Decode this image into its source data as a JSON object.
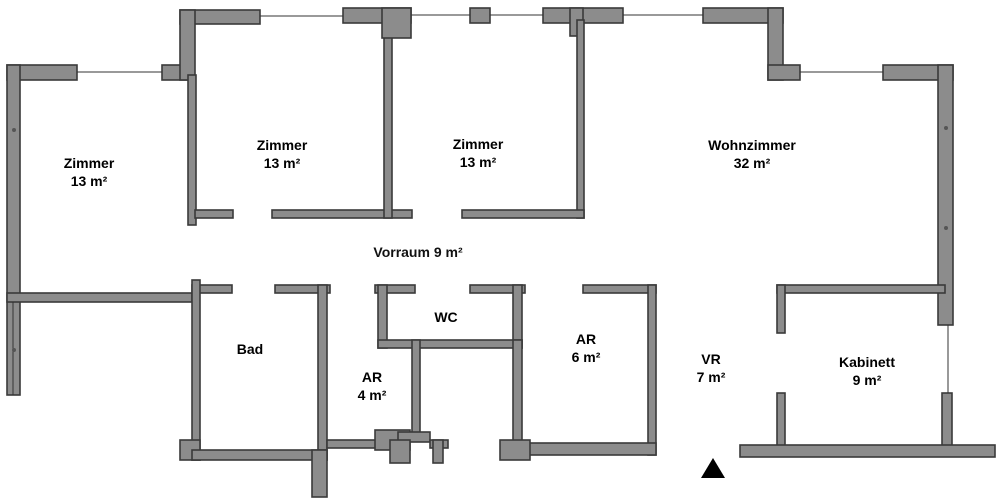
{
  "floorplan": {
    "rooms": {
      "zimmer_left": {
        "name": "Zimmer",
        "area": "13 m²"
      },
      "zimmer_mid1": {
        "name": "Zimmer",
        "area": "13 m²"
      },
      "zimmer_mid2": {
        "name": "Zimmer",
        "area": "13 m²"
      },
      "wohnzimmer": {
        "name": "Wohnzimmer",
        "area": "32 m²"
      },
      "vorraum": {
        "label": "Vorraum 9 m²"
      },
      "bad": {
        "name": "Bad"
      },
      "wc": {
        "name": "WC"
      },
      "ar_small": {
        "name": "AR",
        "area": "4 m²"
      },
      "ar_large": {
        "name": "AR",
        "area": "6 m²"
      },
      "vr": {
        "name": "VR",
        "area": "7 m²"
      },
      "kabinett": {
        "name": "Kabinett",
        "area": "9 m²"
      }
    },
    "colors": {
      "wall_fill": "#8c8c8c",
      "wall_stroke": "#3a3a3a",
      "background": "#ffffff",
      "text": "#000000"
    },
    "symbols": {
      "entrance": "entrance-arrow-icon"
    }
  }
}
